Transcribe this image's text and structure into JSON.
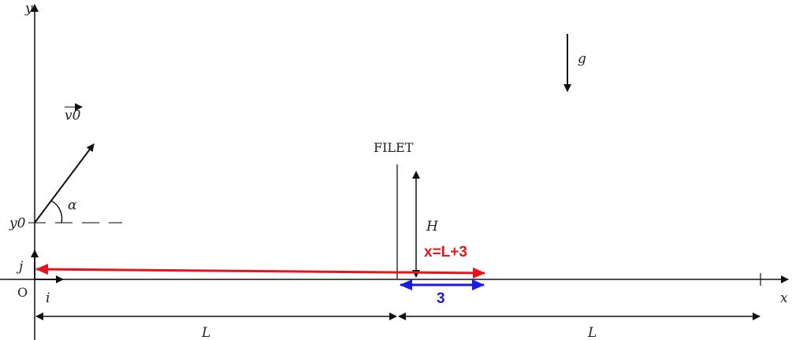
{
  "labels": {
    "y_axis": "y",
    "x_axis": "x",
    "origin": "O",
    "unit_i": "i",
    "unit_j": "j",
    "y0": "y0",
    "v0": "v0",
    "alpha": "α",
    "gravity": "g",
    "net": "FILET",
    "height": "H",
    "landing": "x=L+3",
    "offset": "3",
    "length_left": "L",
    "length_right": "L"
  },
  "colors": {
    "red": "#e8141c",
    "blue": "#1a1ae6",
    "black": "#111111"
  }
}
